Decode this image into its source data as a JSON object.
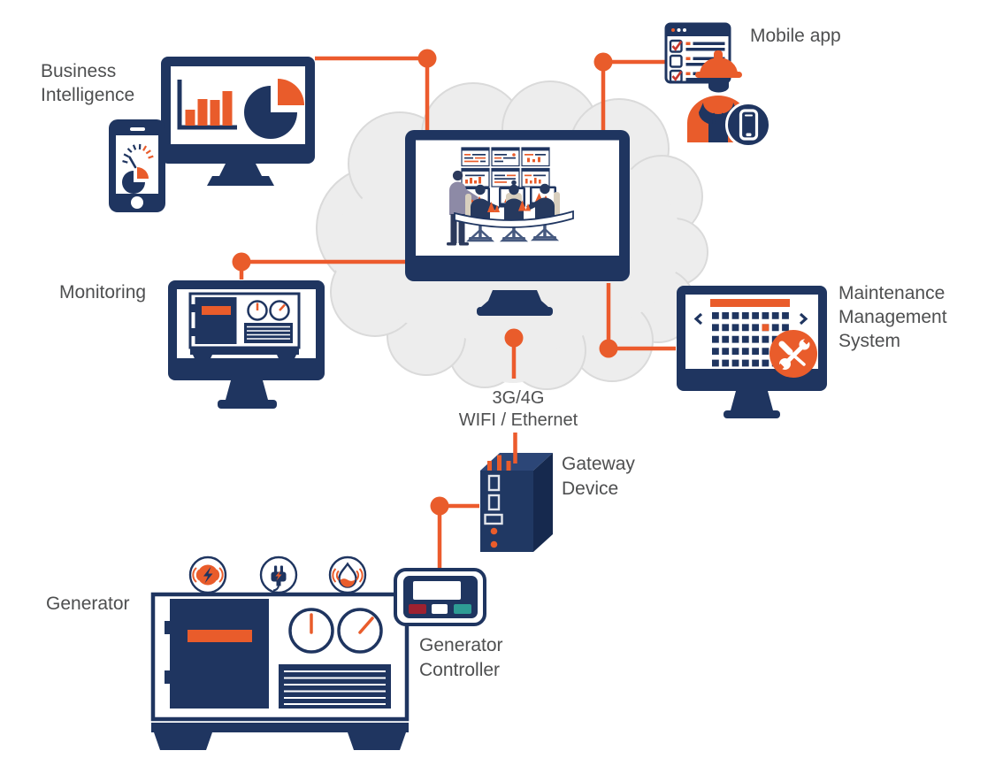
{
  "labels": {
    "business_intelligence": "Business Intelligence",
    "mobile_app": "Mobile app",
    "monitoring": "Monitoring",
    "maintenance_management": "Maintenance Management System",
    "connectivity": "3G/4G\nWIFI / Ethernet",
    "gateway_device": "Gateway Device",
    "generator": "Generator",
    "generator_controller": "Generator Controller"
  },
  "colors": {
    "navy": "#1F3560",
    "navy_dark_side": "#16294E",
    "navy_top_face": "#2C4677",
    "orange": "#E95C2B",
    "connector_orange": "#EC5B2D",
    "cloud_fill": "#EDEDED",
    "cloud_stroke": "#DADADA",
    "label_gray": "#4E4F50",
    "check_red": "#C8372D",
    "controller_button_red": "#9E2130",
    "controller_button_teal": "#2E9C94",
    "chair_beige": "#D8CFBE",
    "standing_person_shirt": "#8D8AA6"
  },
  "icons": {
    "business_intelligence": [
      "bi-monitor-bar-chart-icon",
      "bi-pie-chart-icon",
      "bi-phone-gauge-icon"
    ],
    "mobile_app": [
      "checklist-icon",
      "hardhat-worker-icon",
      "phone-badge-icon"
    ],
    "cloud": [
      "cloud-icon",
      "control-room-monitor-icon"
    ],
    "monitoring": [
      "monitor-generator-icon"
    ],
    "maintenance_management": [
      "calendar-icon",
      "wrench-tools-icon"
    ],
    "gateway_device": [
      "gateway-box-icon"
    ],
    "generator": [
      "power-surge-icon",
      "plug-icon",
      "fuel-drop-icon",
      "generator-unit-icon"
    ],
    "generator_controller": [
      "controller-panel-icon"
    ]
  },
  "connections": [
    {
      "from": "business-intelligence",
      "to": "cloud-monitor"
    },
    {
      "from": "mobile-app",
      "to": "cloud-monitor"
    },
    {
      "from": "monitoring",
      "to": "cloud-monitor"
    },
    {
      "from": "maintenance-management",
      "to": "cloud-monitor"
    },
    {
      "from": "cloud-monitor",
      "to": "gateway-device",
      "via": "3G/4G WIFI / Ethernet"
    },
    {
      "from": "gateway-device",
      "to": "generator-controller"
    }
  ]
}
